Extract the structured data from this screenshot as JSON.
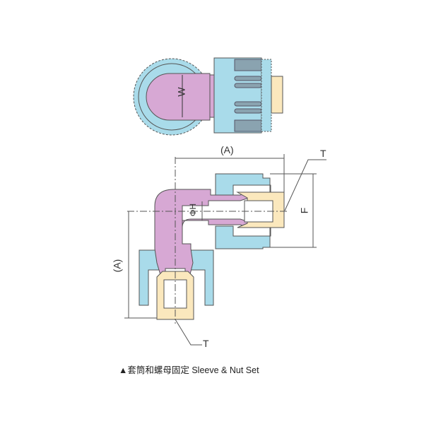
{
  "labels": {
    "width": "W",
    "length_top": "(A)",
    "length_left": "(A)",
    "thread_top": "T",
    "thread_bottom": "T",
    "height": "F",
    "bore": "ΦH"
  },
  "caption": "▲套筒和螺母固定 Sleeve & Nut Set",
  "colors": {
    "body": "#d7a8d4",
    "nut": "#a9dbea",
    "sleeve": "#fbe8bd",
    "outline": "#555555"
  }
}
